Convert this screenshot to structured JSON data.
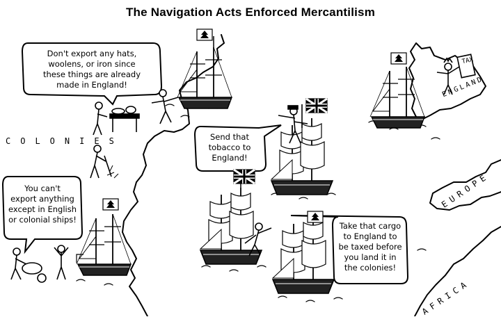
{
  "title": "The Navigation Acts Enforced Mercantilism",
  "bubbles": {
    "hats": [
      "Don't export any hats,",
      "woolens, or iron since",
      "these things are already",
      "made in England!"
    ],
    "tobacco": [
      "Send that",
      "tobacco to",
      "England!"
    ],
    "ships": [
      "You can't",
      "export anything",
      "except in English",
      "or colonial ships!"
    ],
    "cargo": [
      "Take that cargo",
      "to England to",
      "be taxed before",
      "you land it in",
      "the colonies!"
    ]
  },
  "labels": {
    "colonies": "COLONIES",
    "england": "ENGLAND",
    "europe": "EUROPE",
    "africa": "AFRICA",
    "tax": "TAX"
  }
}
